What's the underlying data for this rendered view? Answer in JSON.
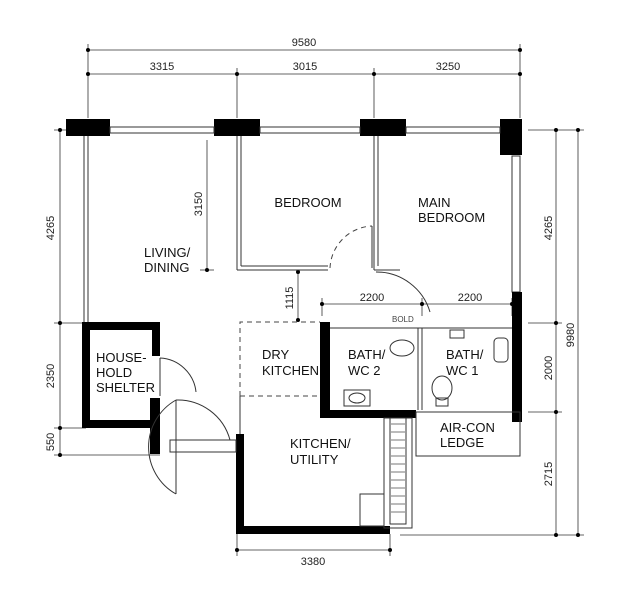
{
  "dimensions": {
    "overall_width": "9580",
    "top_segments": [
      "3315",
      "3015",
      "3250"
    ],
    "left_segments": [
      "4265",
      "2350",
      "550"
    ],
    "right_segments": [
      "4265",
      "2000",
      "2715"
    ],
    "right_overall": "9980",
    "inner_bedroom_depth": "3150",
    "corridor_gap": "1115",
    "bath2_width": "2200",
    "bath1_width": "2200",
    "bottom_width": "3380"
  },
  "rooms": {
    "living_dining": [
      "LIVING/",
      "DINING"
    ],
    "bedroom": [
      "BEDROOM"
    ],
    "main_bedroom": [
      "MAIN",
      "BEDROOM"
    ],
    "household_shelter": [
      "HOUSE-",
      "HOLD",
      "SHELTER"
    ],
    "dry_kitchen": [
      "DRY",
      "KITCHEN"
    ],
    "bath_wc2": [
      "BATH/",
      "WC 2"
    ],
    "bath_wc1": [
      "BATH/",
      "WC 1"
    ],
    "kitchen_utility": [
      "KITCHEN/",
      "UTILITY"
    ],
    "aircon_ledge": [
      "AIR-CON",
      "LEDGE"
    ]
  },
  "annotations": {
    "ceiling_note": "BOLD"
  }
}
